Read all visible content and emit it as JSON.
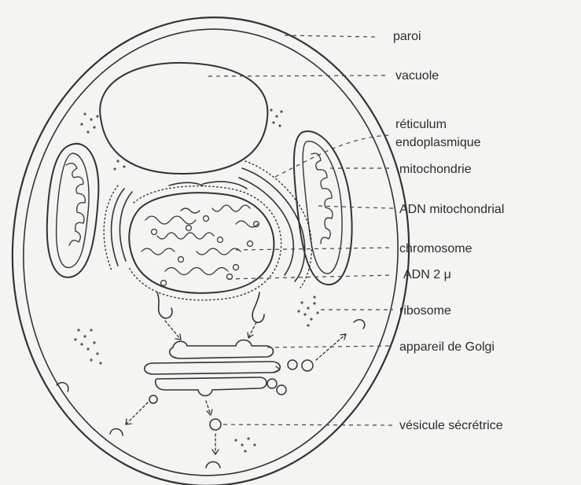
{
  "labels": {
    "paroi": "paroi",
    "vacuole": "vacuole",
    "reticulum_line1": "réticulum",
    "reticulum_line2": "endoplasmique",
    "mitochondrie": "mitochondrie",
    "adn_mitochondrial": "ADN mitochondrial",
    "chromosome": "chromosome",
    "adn_2mu": "ADN 2 μ",
    "ribosome": "ribosome",
    "golgi": "appareil de Golgi",
    "vesicule": "vésicule sécrétrice"
  },
  "colors": {
    "background": "#f4f4f2",
    "ink": "#333333",
    "text": "#2b2b2b"
  }
}
